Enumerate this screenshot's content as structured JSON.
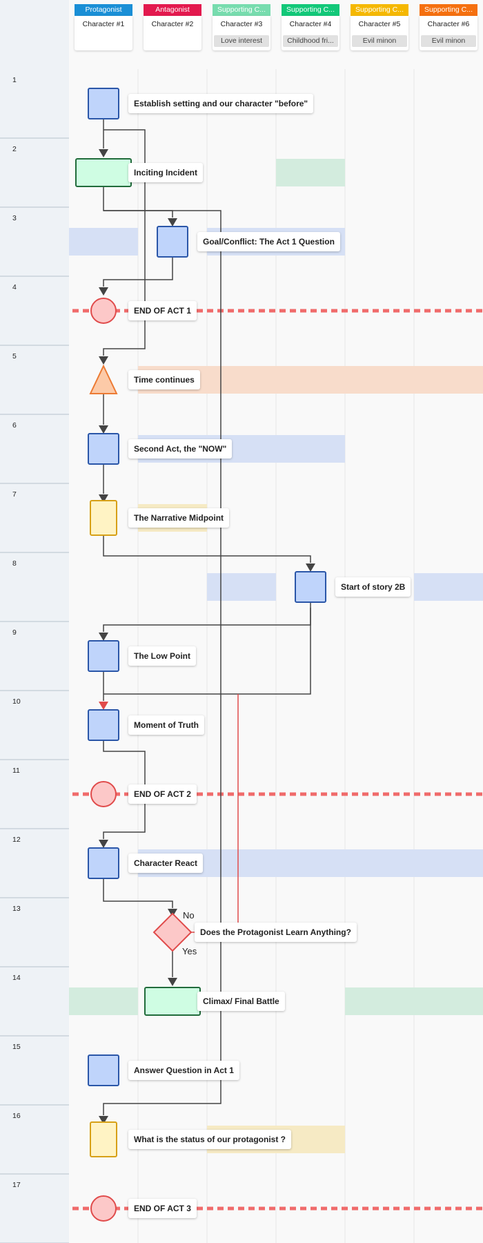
{
  "lanes": [
    {
      "role": "Protagonist",
      "name": "Character #1",
      "note": "",
      "color": "#1a8fd6"
    },
    {
      "role": "Antagonist",
      "name": "Character #2",
      "note": "",
      "color": "#e3194e"
    },
    {
      "role": "Supporting C...",
      "name": "Character #3",
      "note": "Love interest",
      "color": "#77dcae"
    },
    {
      "role": "Supporting C...",
      "name": "Character #4",
      "note": "Childhood fri...",
      "color": "#12c879"
    },
    {
      "role": "Supporting C...",
      "name": "Character #5",
      "note": "Evil minon",
      "color": "#f5b800"
    },
    {
      "role": "Supporting C...",
      "name": "Character #6",
      "note": "Evil minon",
      "color": "#f5700f"
    }
  ],
  "rows": [
    "1",
    "2",
    "3",
    "4",
    "5",
    "6",
    "7",
    "8",
    "9",
    "10",
    "11",
    "12",
    "13",
    "14",
    "15",
    "16",
    "17"
  ],
  "steps": [
    {
      "label": "Establish setting and our character \"before\"",
      "shape": "square",
      "row": 1,
      "lane": 1
    },
    {
      "label": "Inciting Incident",
      "shape": "wide-rect",
      "row": 2,
      "lane": 1
    },
    {
      "label": "Goal/Conflict: The Act 1 Question",
      "shape": "square",
      "row": 3,
      "lane": 2
    },
    {
      "label": "END OF ACT 1",
      "shape": "circle",
      "row": 4,
      "lane": 1
    },
    {
      "label": "Time continues",
      "shape": "triangle",
      "row": 5,
      "lane": 1
    },
    {
      "label": "Second Act, the \"NOW\"",
      "shape": "square",
      "row": 6,
      "lane": 1
    },
    {
      "label": "The Narrative Midpoint",
      "shape": "tall-rect",
      "row": 7,
      "lane": 1
    },
    {
      "label": "Start of story 2B",
      "shape": "square",
      "row": 8,
      "lane": 4
    },
    {
      "label": "The Low Point",
      "shape": "square",
      "row": 9,
      "lane": 1
    },
    {
      "label": "Moment of Truth",
      "shape": "square",
      "row": 10,
      "lane": 1
    },
    {
      "label": "END OF ACT 2",
      "shape": "circle",
      "row": 11,
      "lane": 1
    },
    {
      "label": "Character React",
      "shape": "square",
      "row": 12,
      "lane": 1
    },
    {
      "label": "Does the Protagonist Learn Anything?",
      "shape": "diamond",
      "row": 13,
      "lane": 2
    },
    {
      "label": "Climax/ Final Battle",
      "shape": "wide-rect",
      "row": 14,
      "lane": 2
    },
    {
      "label": "Answer Question in Act 1",
      "shape": "square",
      "row": 15,
      "lane": 1
    },
    {
      "label": "What is the status of our protagonist ?",
      "shape": "tall-rect",
      "row": 16,
      "lane": 1
    },
    {
      "label": "END OF ACT 3",
      "shape": "circle",
      "row": 17,
      "lane": 1
    }
  ],
  "decision": {
    "no": "No",
    "yes": "Yes"
  },
  "colors": {
    "square_fill": "#bfd4fb",
    "square_stroke": "#2a56a8",
    "green_fill": "#cffde3",
    "green_stroke": "#216b3b",
    "yellow_fill": "#fff3c4",
    "yellow_stroke": "#d7a016",
    "red_fill": "#fcc8c8",
    "red_stroke": "#e04b4b",
    "orange_fill": "#fccaa8",
    "orange_stroke": "#ec7a33",
    "act_line": "#f06b6b",
    "connector": "#444444",
    "red_connector": "#e04b4b",
    "band_blue": "#d6e0f5",
    "band_green": "#d3ecde",
    "band_orange": "#f8dccb",
    "band_yellow": "#f6eac4"
  }
}
